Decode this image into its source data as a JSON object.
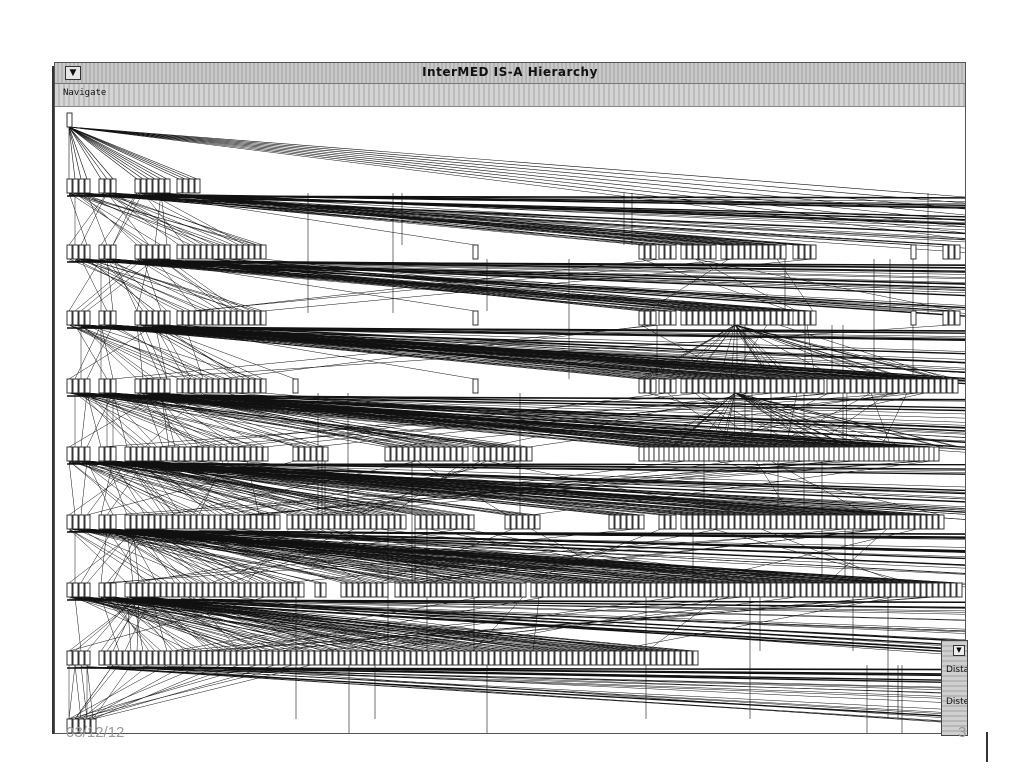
{
  "window": {
    "title": "InterMED IS-A Hierarchy",
    "menu_button_glyph": "▼",
    "menu": {
      "navigate_label": "Navigate"
    }
  },
  "dialog": {
    "menu_button_glyph": "▼",
    "label_1": "Dista",
    "label_2": "Diste"
  },
  "footer": {
    "date": "03/12/12",
    "page_number": "3"
  },
  "hierarchy_graph": {
    "description_icon": "tree-graph",
    "level_count": 10,
    "colors": {
      "node_border": "#222222",
      "edge": "#111111",
      "background": "#ffffff"
    }
  }
}
